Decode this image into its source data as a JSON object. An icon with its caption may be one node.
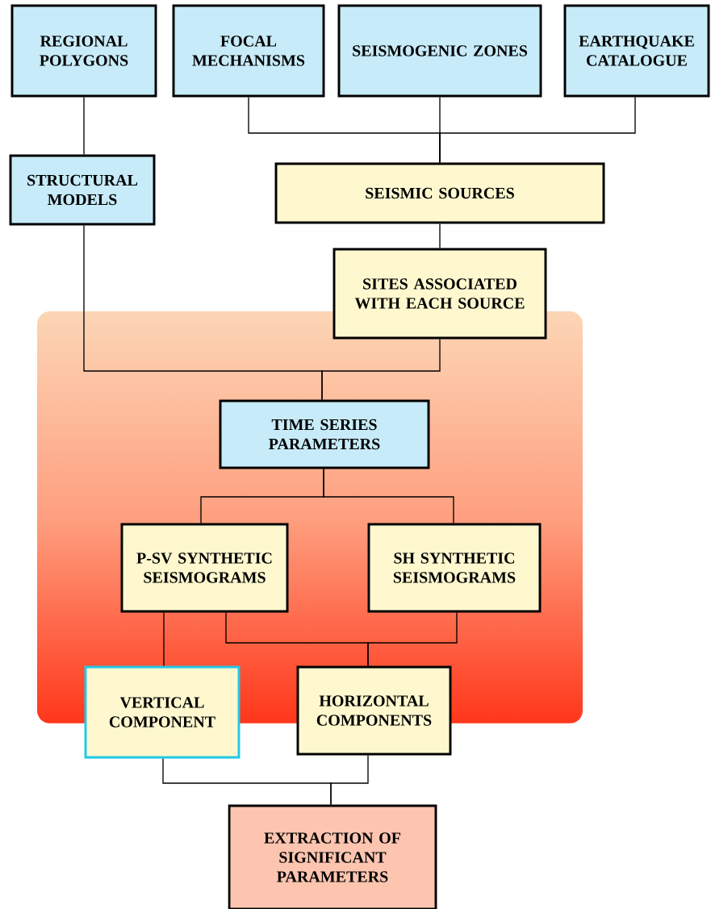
{
  "diagram": {
    "nodes": [
      {
        "text": [
          "REGIONAL POLYGONS"
        ]
      },
      {
        "text": [
          "FOCAL MECHANISMS"
        ]
      },
      {
        "text": [
          "SEISMOGENIC ZONES"
        ]
      },
      {
        "text": [
          "EARTHQUAKE CATALOGUE"
        ]
      },
      {
        "text": [
          "STRUCTURAL MODELS"
        ]
      },
      {
        "text": [
          "SEISMIC SOURCES"
        ]
      },
      {
        "text": [
          "SITES ASSOCIATED WITH EACH SOURCE"
        ]
      },
      {
        "text": [
          "TIME SERIES PARAMETERS"
        ]
      },
      {
        "text": [
          "P-SV SYNTHETIC SEISMOGRAMS"
        ]
      },
      {
        "text": [
          "SH SYNTHETIC SEISMOGRAMS"
        ]
      },
      {
        "text": [
          "VERTICAL COMPONENT"
        ]
      },
      {
        "text": [
          "HORIZONTAL COMPONENTS"
        ]
      },
      {
        "text": [
          "EXTRACTION OF SIGNIFICANT PARAMETERS"
        ]
      }
    ],
    "edges": [
      {
        "from": 1,
        "to": 5,
        "arrow": "none"
      },
      {
        "from": 2,
        "to": 5,
        "arrow": "none"
      },
      {
        "from": 3,
        "to": 5,
        "arrow": "none"
      },
      {
        "from": 0,
        "to": 4,
        "arrow": "none"
      },
      {
        "from": 5,
        "to": 6,
        "arrow": "none"
      },
      {
        "from": 4,
        "to": 7,
        "arrow": "none"
      },
      {
        "from": 6,
        "to": 7,
        "arrow": "none"
      },
      {
        "from": 7,
        "to": 8,
        "arrow": "none"
      },
      {
        "from": 7,
        "to": 9,
        "arrow": "none"
      },
      {
        "from": 8,
        "to": 10,
        "arrow": "none"
      },
      {
        "from": 8,
        "to": 11,
        "arrow": "none"
      },
      {
        "from": 9,
        "to": 11,
        "arrow": "none"
      },
      {
        "from": 10,
        "to": 12,
        "arrow": "none"
      },
      {
        "from": 11,
        "to": 12,
        "arrow": "none"
      }
    ]
  }
}
